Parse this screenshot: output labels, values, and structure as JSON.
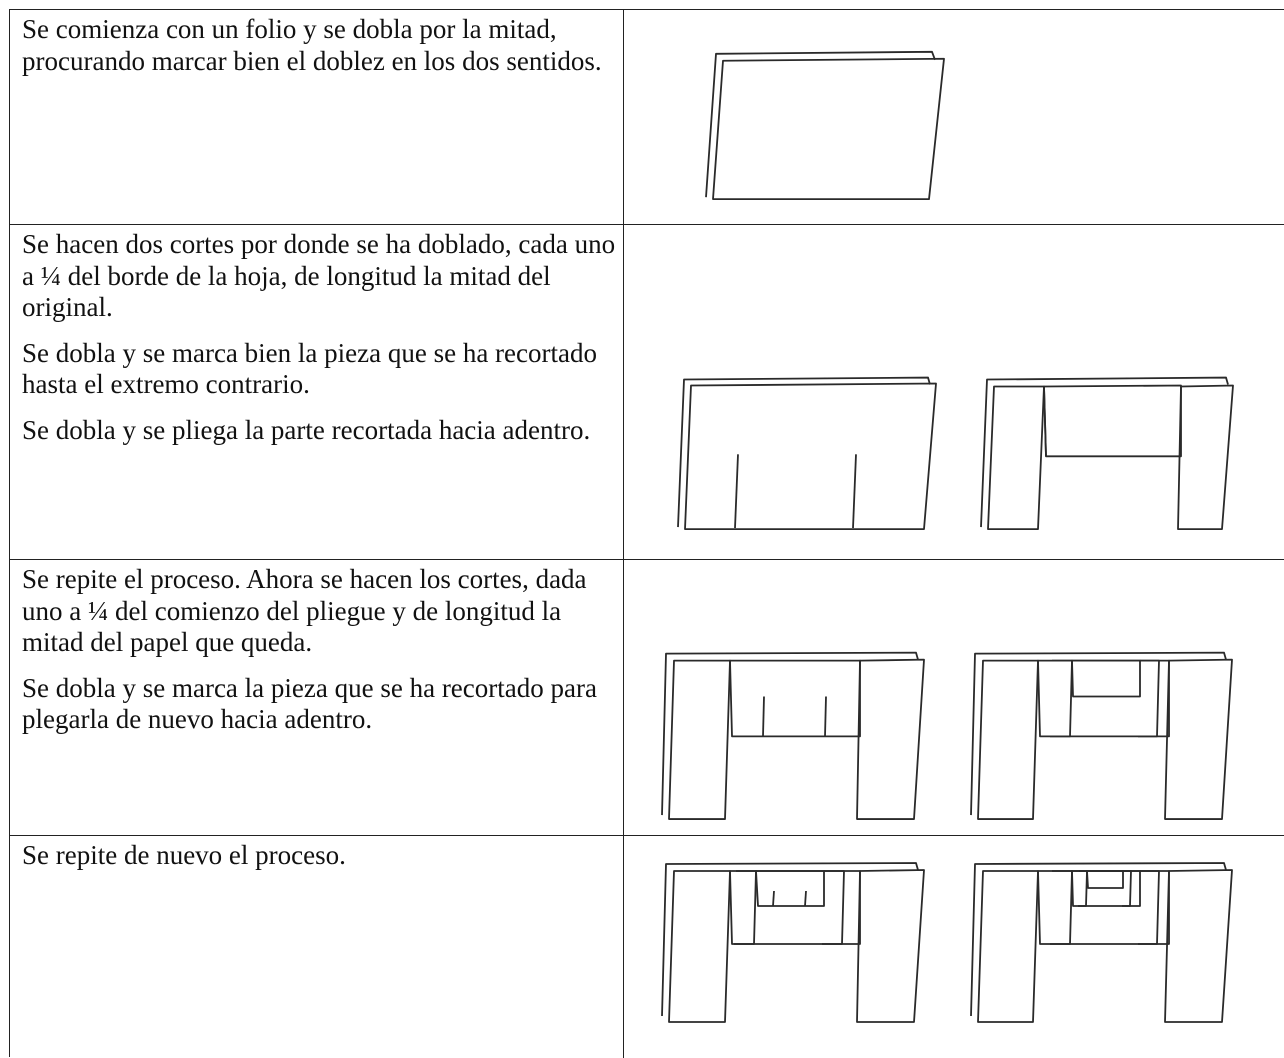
{
  "steps": [
    {
      "paragraphs": [
        "Se comienza con un folio y se dobla por la mitad, procurando marcar bien el doblez en los dos sentidos."
      ],
      "figures": [
        "folded-sheet"
      ]
    },
    {
      "paragraphs": [
        "Se hacen dos cortes por donde se ha doblado, cada uno a ¼ del borde de la hoja, de longitud la mitad del original.",
        "Se dobla y se marca bien la pieza que se ha recortado hasta el extremo contrario.",
        "Se dobla y se pliega la parte recortada hacia adentro."
      ],
      "figures": [
        "sheet-with-two-cuts",
        "sheet-with-first-fold-in"
      ]
    },
    {
      "paragraphs": [
        "Se repite el proceso. Ahora se hacen los cortes, dada uno a ¼ del comienzo del pliegue y de longitud la mitad del papel que queda.",
        "Se dobla y se marca la pieza que se ha recortado para plegarla de nuevo hacia adentro."
      ],
      "figures": [
        "second-cuts",
        "second-fold-in"
      ]
    },
    {
      "paragraphs": [
        "Se repite de nuevo el proceso."
      ],
      "figures": [
        "third-cuts",
        "third-fold-in"
      ]
    }
  ]
}
